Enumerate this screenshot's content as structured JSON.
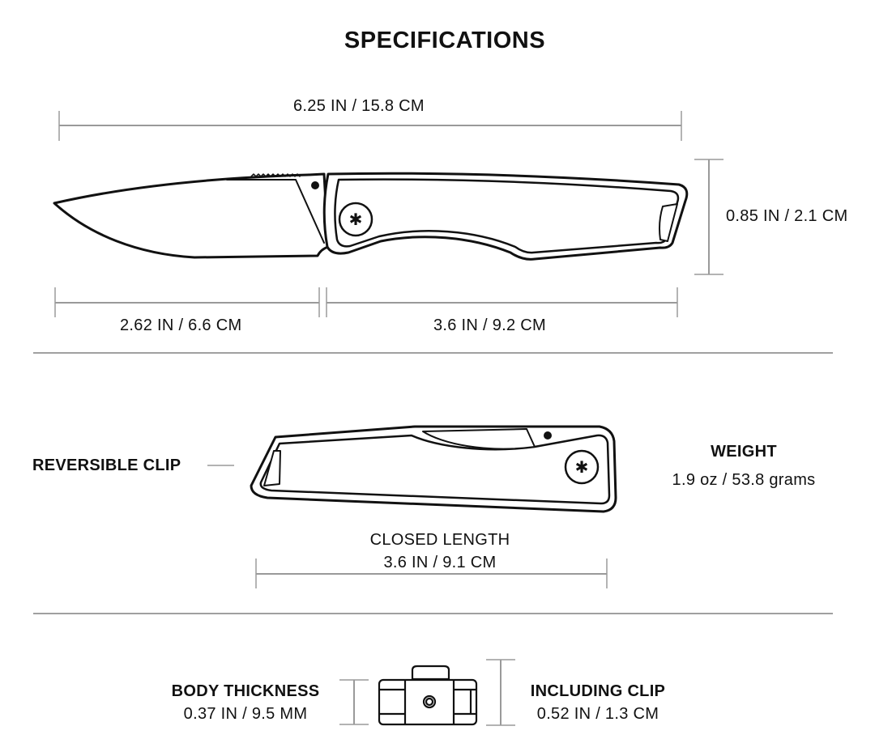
{
  "title": "SPECIFICATIONS",
  "open_view": {
    "overall_length": "6.25 IN / 15.8 CM",
    "height": "0.85 IN / 2.1 CM",
    "blade_length": "2.62 IN / 6.6 CM",
    "handle_length": "3.6 IN / 9.2 CM"
  },
  "closed_view": {
    "clip_label": "REVERSIBLE CLIP",
    "weight_label": "WEIGHT",
    "weight_value": "1.9 oz / 53.8 grams",
    "closed_length_label": "CLOSED LENGTH",
    "closed_length_value": "3.6 IN / 9.1 CM"
  },
  "end_view": {
    "body_thickness_label": "BODY THICKNESS",
    "body_thickness_value": "0.37 IN / 9.5 MM",
    "including_clip_label": "INCLUDING CLIP",
    "including_clip_value": "0.52 IN / 1.3 CM"
  },
  "colors": {
    "line": "#111111",
    "dimension_line": "#9a9a9a",
    "divider": "#a0a0a0"
  }
}
